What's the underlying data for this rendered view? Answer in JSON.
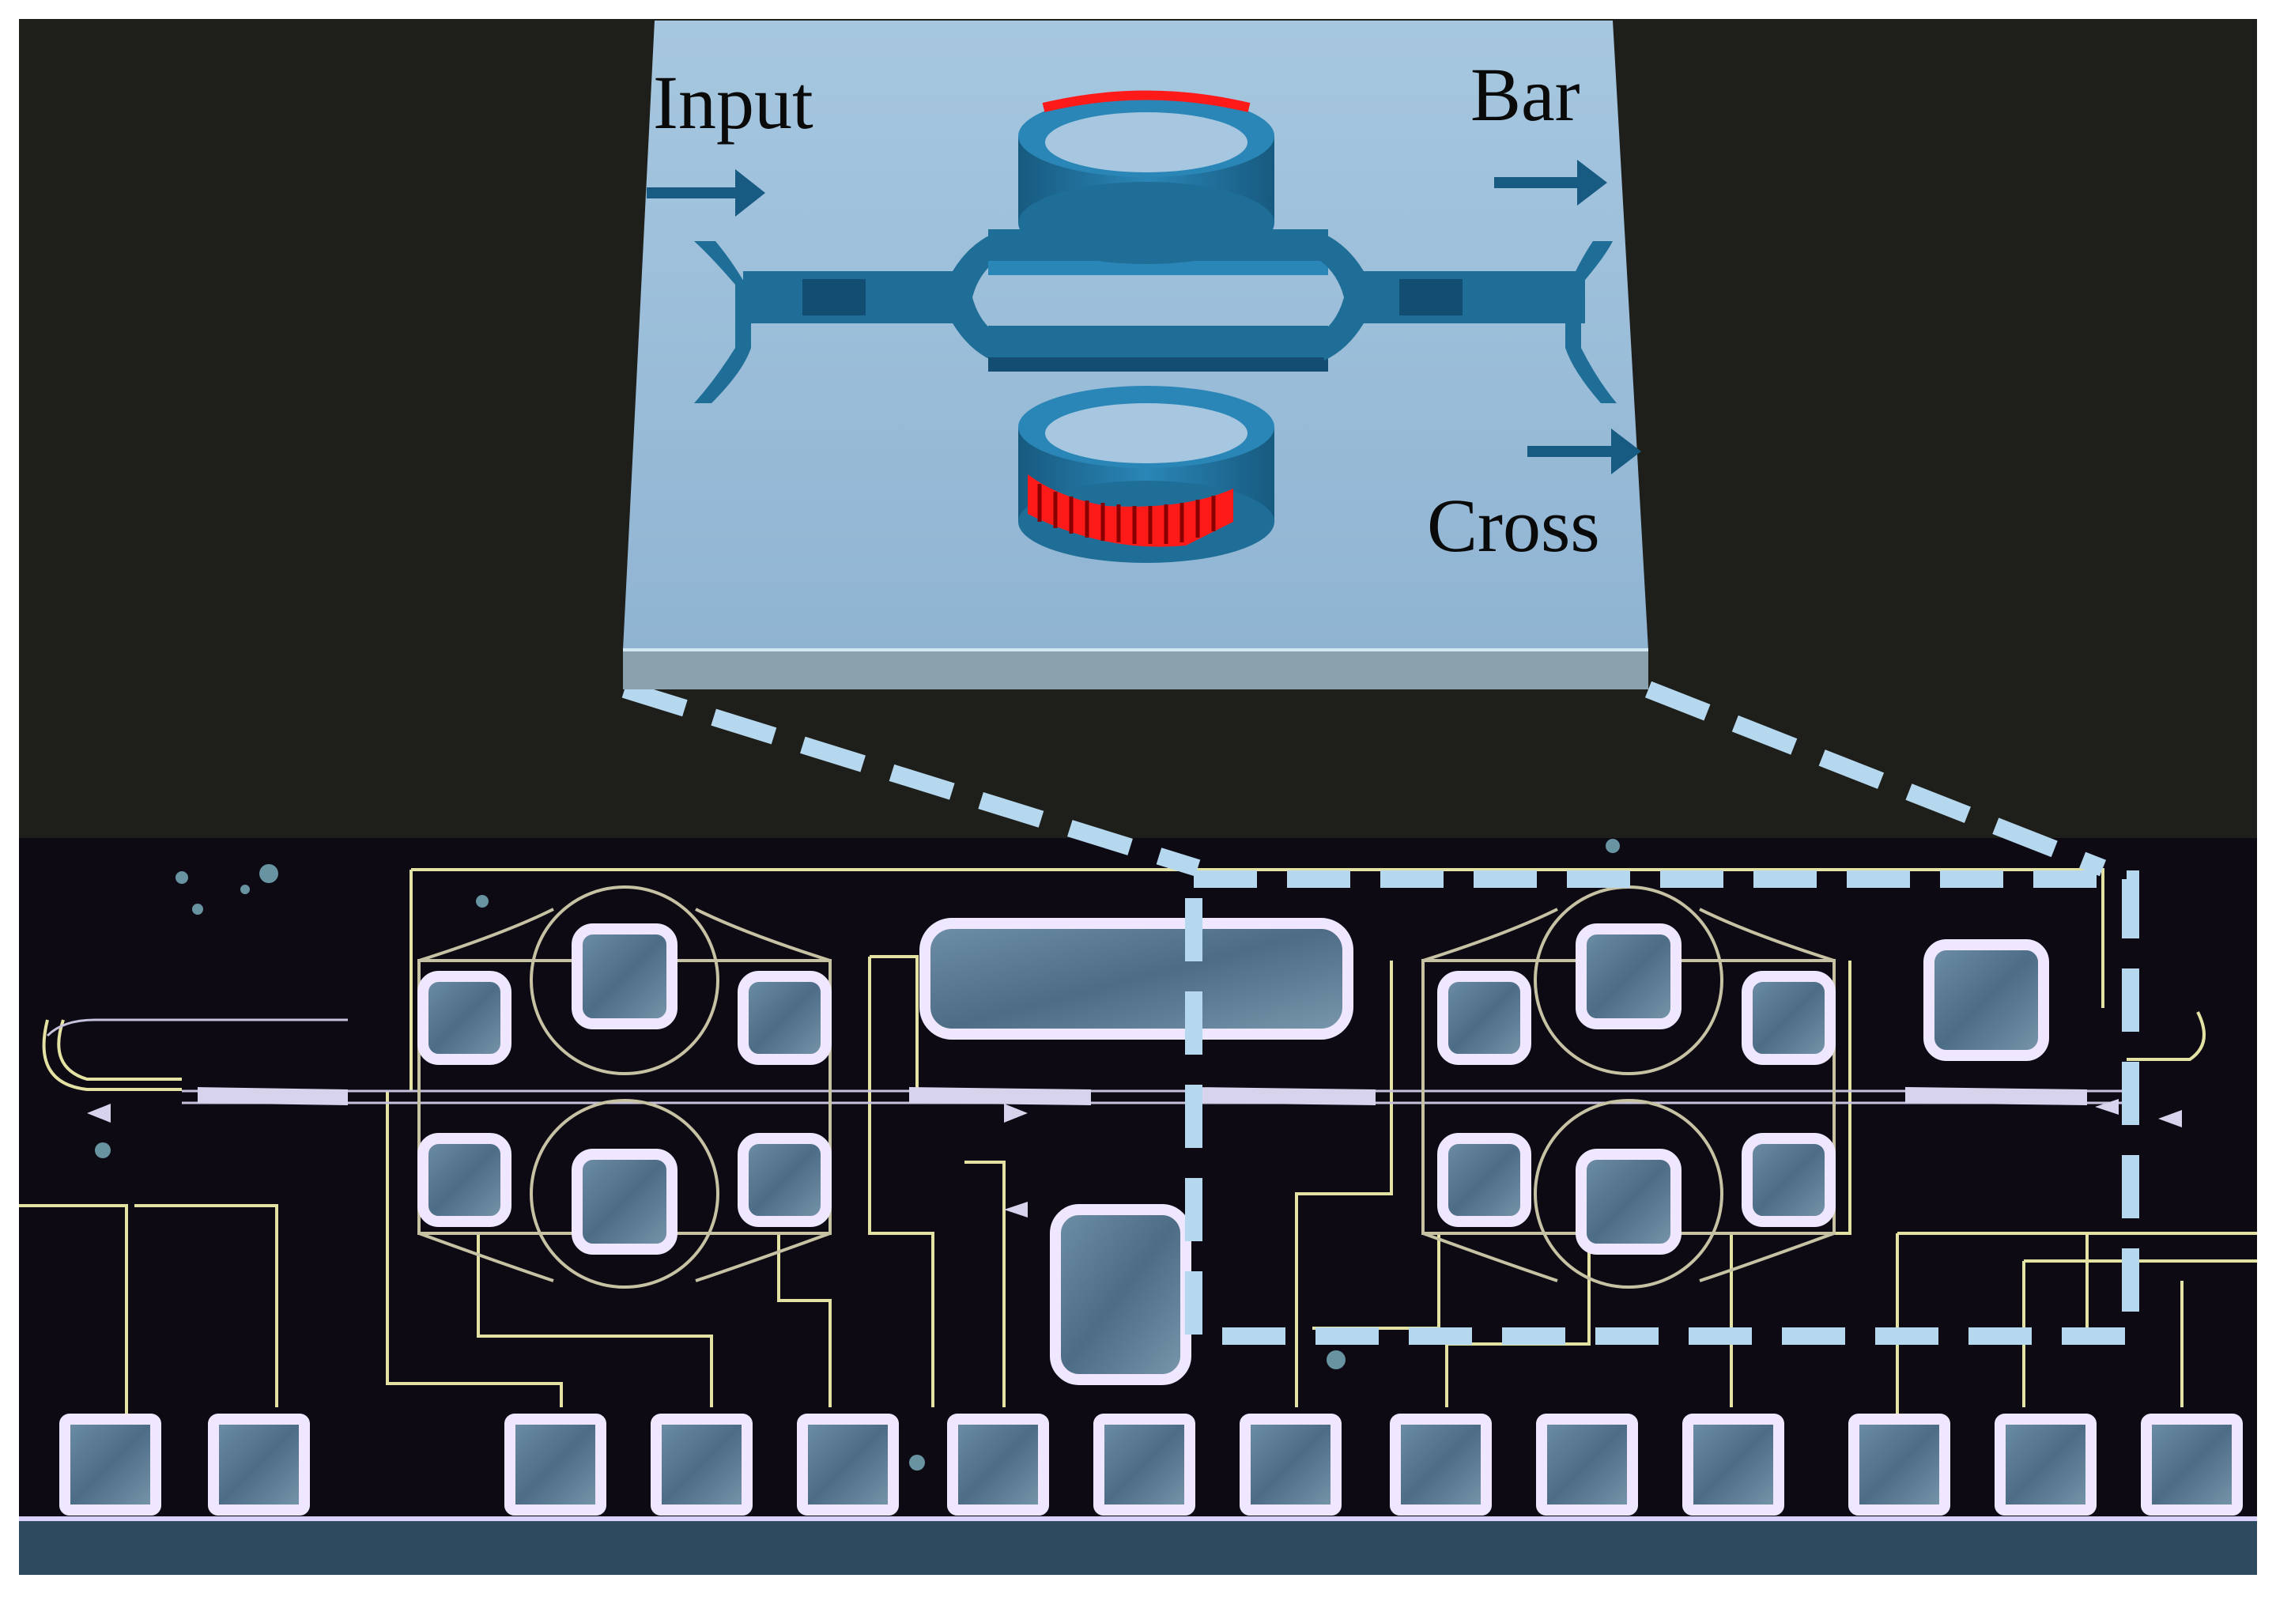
{
  "labels": {
    "input": "Input",
    "bar": "Bar",
    "cross": "Cross"
  },
  "colors": {
    "background": "#1e1e1a",
    "substrate_top": "#98bcd8",
    "substrate_side": "#8aa0ad",
    "waveguide": "#1f6e98",
    "waveguide_dark": "#134e72",
    "heater": "#ff1a1a",
    "arrow": "#175a82",
    "callout_dash": "#b6d8ef",
    "chip_dark": "#0d0a14",
    "pad_glow": "#e7e0ff",
    "pad_fill": "#5d7f98",
    "metal_trace": "#e4e2a2"
  }
}
